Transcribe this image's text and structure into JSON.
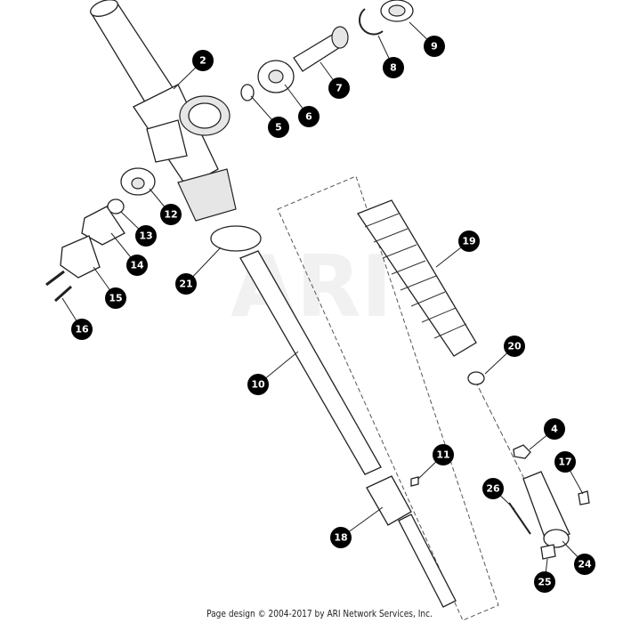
{
  "diagram": {
    "watermark": "ARI",
    "callouts": [
      "2",
      "9",
      "8",
      "7",
      "6",
      "5",
      "12",
      "13",
      "14",
      "15",
      "16",
      "21",
      "19",
      "20",
      "10",
      "4",
      "11",
      "17",
      "26",
      "18",
      "24",
      "25"
    ]
  },
  "footer": {
    "text": "Page design © 2004-2017 by ARI Network Services, Inc."
  }
}
